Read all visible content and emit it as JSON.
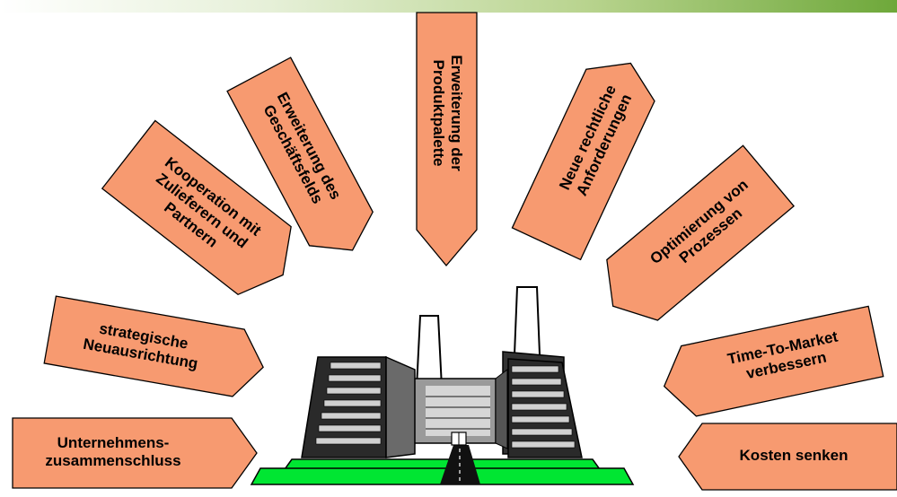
{
  "colors": {
    "arrow_fill": "#f79a70",
    "outline": "#000000",
    "ground": "#00e632",
    "header_gradient_end": "#6ea83a"
  },
  "arrows": [
    {
      "id": "unternehmenszusammenschluss",
      "lines": [
        "Unternehmens-",
        "zusammenschluss"
      ]
    },
    {
      "id": "strategische-neuausrichtung",
      "lines": [
        "strategische",
        "Neuausrichtung"
      ]
    },
    {
      "id": "kooperation",
      "lines": [
        "Kooperation mit",
        "Zulieferern und",
        "Partnern"
      ]
    },
    {
      "id": "geschaeftsfeld",
      "lines": [
        "Erweiterung des",
        "Geschäftsfelds"
      ]
    },
    {
      "id": "produktpalette",
      "lines": [
        "Erweiterung der",
        "Produktpalette"
      ]
    },
    {
      "id": "rechtliche-anforderungen",
      "lines": [
        "Neue rechtliche",
        "Anforderungen"
      ]
    },
    {
      "id": "prozesse",
      "lines": [
        "Optimierung von",
        "Prozessen"
      ]
    },
    {
      "id": "time-to-market",
      "lines": [
        "Time-To-Market",
        "verbessern"
      ]
    },
    {
      "id": "kosten",
      "lines": [
        "Kosten senken"
      ]
    }
  ],
  "icons": {
    "center": "factory-icon"
  }
}
